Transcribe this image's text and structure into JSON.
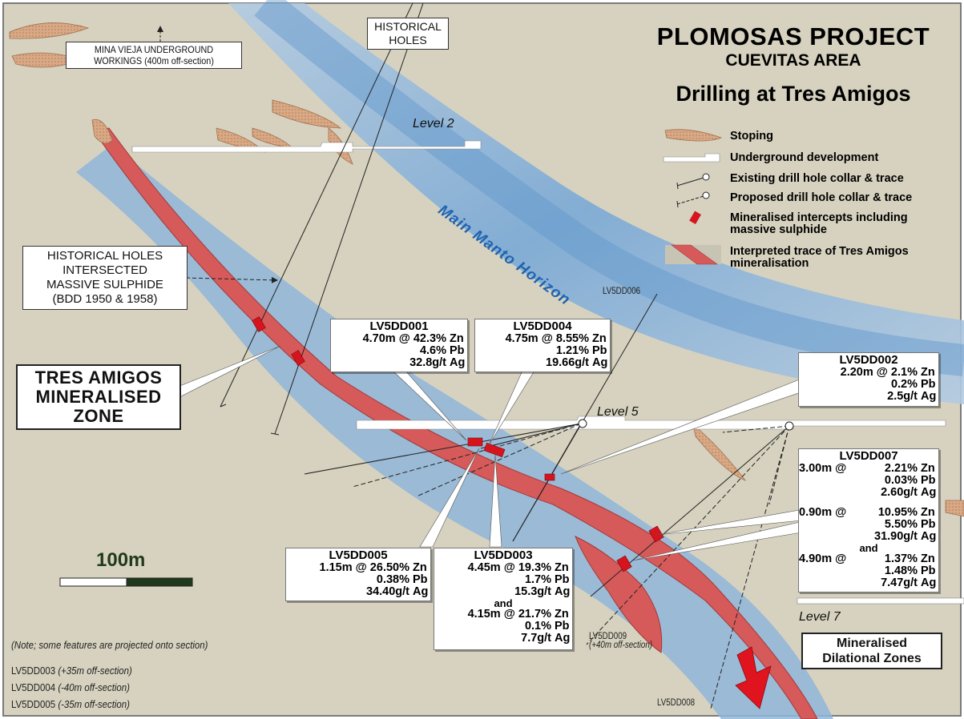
{
  "title": {
    "project": "PLOMOSAS PROJECT",
    "area": "CUEVITAS AREA",
    "subtitle": "Drilling at Tres Amigos"
  },
  "legend": {
    "stoping": "Stoping",
    "underground": "Underground development",
    "existing": "Existing drill hole collar & trace",
    "proposed": "Proposed drill hole collar & trace",
    "intercepts_1": "Mineralised intercepts including",
    "intercepts_2": "massive sulphide",
    "trace_1": "Interpreted trace of Tres Amigos",
    "trace_2": "mineralisation"
  },
  "labels": {
    "mina_1": "MINA VIEJA UNDERGROUND",
    "mina_2": "WORKINGS (400m off-section)",
    "hist_1": "HISTORICAL",
    "hist_2": "HOLES",
    "hs_1": "HISTORICAL HOLES",
    "hs_2": "INTERSECTED",
    "hs_3": "MASSIVE SULPHIDE",
    "hs_4": "(BDD 1950 & 1958)",
    "level2": "Level 2",
    "level5": "Level 5",
    "level7": "Level 7",
    "manto": "Main Manto Horizon",
    "zone_1": "TRES AMIGOS",
    "zone_2": "MINERALISED",
    "zone_3": "ZONE",
    "dil_1": "Mineralised",
    "dil_2": "Dilational Zones",
    "scale": "100m",
    "lv5dd006": "LV5DD006",
    "lv5dd008": "LV5DD008",
    "lv5dd009_1": "LV5DD009",
    "lv5dd009_2": "(+40m off-section)"
  },
  "notes": {
    "n1": "(Note; some features are projected onto section)",
    "n2_id": "LV5DD003",
    "n2": "(+35m off-section)",
    "n3_id": "LV5DD004",
    "n3": "(-40m off-section)",
    "n4_id": "LV5DD005",
    "n4": "(-35m off-section)"
  },
  "holes": {
    "dd001": {
      "name": "LV5DD001",
      "r1": [
        "4.70m @ 42.3%",
        "Zn"
      ],
      "r2": [
        "4.6%",
        "Pb"
      ],
      "r3": [
        "32.8g/t",
        "Ag"
      ]
    },
    "dd004": {
      "name": "LV5DD004",
      "r1": [
        "4.75m @ 8.55%",
        "Zn"
      ],
      "r2": [
        "1.21%",
        "Pb"
      ],
      "r3": [
        "19.66g/t",
        "Ag"
      ]
    },
    "dd002": {
      "name": "LV5DD002",
      "r1": [
        "2.20m @ 2.1%",
        "Zn"
      ],
      "r2": [
        "0.2%",
        "Pb"
      ],
      "r3": [
        "2.5g/t",
        "Ag"
      ]
    },
    "dd005": {
      "name": "LV5DD005",
      "r1": [
        "1.15m @ 26.50%",
        "Zn"
      ],
      "r2": [
        "0.38%",
        "Pb"
      ],
      "r3": [
        "34.40g/t",
        "Ag"
      ]
    },
    "dd003": {
      "name": "LV5DD003",
      "r1": [
        "4.45m @ 19.3%",
        "Zn"
      ],
      "r2": [
        "1.7%",
        "Pb"
      ],
      "r3": [
        "15.3g/t",
        "Ag"
      ],
      "and": "and",
      "r4": [
        "4.15m @ 21.7%",
        "Zn"
      ],
      "r5": [
        "0.1%",
        "Pb"
      ],
      "r6": [
        "7.7g/t",
        "Ag"
      ]
    },
    "dd007": {
      "name": "LV5DD007",
      "a1": [
        "3.00m @",
        "2.21%",
        "Zn"
      ],
      "a2": [
        "",
        "0.03%",
        "Pb"
      ],
      "a3": [
        "",
        "2.60g/t",
        "Ag"
      ],
      "b1": [
        "0.90m @",
        "10.95%",
        "Zn"
      ],
      "b2": [
        "",
        "5.50%",
        "Pb"
      ],
      "b3": [
        "",
        "31.90g/t",
        "Ag"
      ],
      "and": "and",
      "c1": [
        "4.90m @",
        "1.37%",
        "Zn"
      ],
      "c2": [
        "",
        "1.48%",
        "Pb"
      ],
      "c3": [
        "",
        "7.47g/t",
        "Ag"
      ]
    }
  },
  "colors": {
    "background": "#d6d2bf",
    "manto": "#8fb6d9",
    "mineral": "#d65a5a",
    "intercept": "#d6141e",
    "stope": "#d2a27c"
  }
}
